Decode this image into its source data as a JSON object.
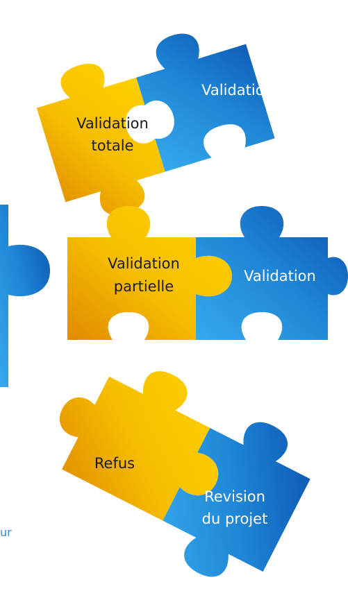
{
  "colors": {
    "yellow": "#f6c400",
    "yellow_dark": "#e08e00",
    "blue": "#2a94de",
    "blue_dark": "#0a58b5",
    "text_dark": "#1a1a1a",
    "text_light": "#ffffff"
  },
  "pairs": [
    {
      "left": {
        "label_lines": [
          "Validation",
          "totale"
        ]
      },
      "right": {
        "label_lines": [
          "Validation"
        ]
      }
    },
    {
      "left": {
        "label_lines": [
          "Validation",
          "partielle"
        ]
      },
      "right": {
        "label_lines": [
          "Validation"
        ]
      }
    },
    {
      "left": {
        "label_lines": [
          "Refus"
        ]
      },
      "right": {
        "label_lines": [
          "Revision",
          "du projet"
        ]
      }
    }
  ],
  "stray_text": "ur"
}
